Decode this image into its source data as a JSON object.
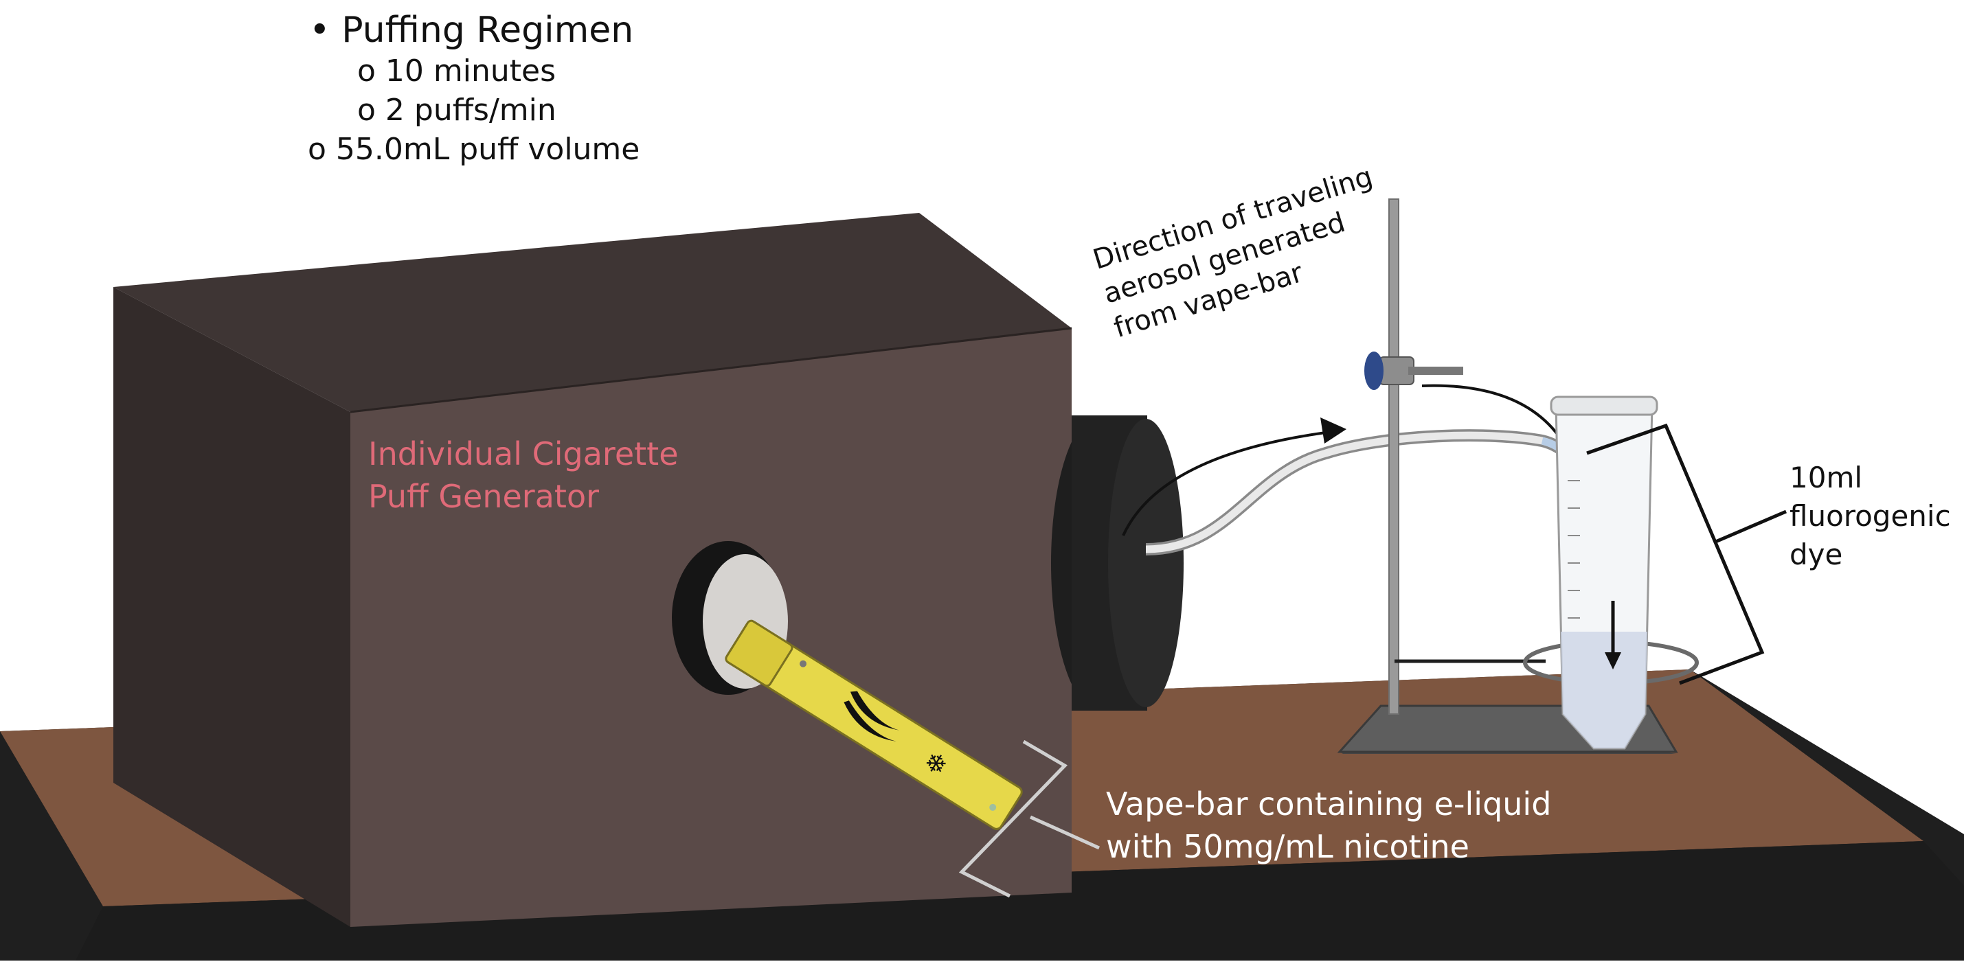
{
  "regimen": {
    "title": "Puffing Regimen",
    "bullet": "•",
    "items": [
      "o 10 minutes",
      "o 2 puffs/min",
      "o 55.0mL puff volume"
    ]
  },
  "labels": {
    "generator": "Individual Cigarette Puff Generator",
    "direction": "Direction of traveling aerosol generated from vape-bar",
    "dye": "10ml fluorogenic dye",
    "vape": "Vape-bar containing e-liquid with 50mg/mL nicotine"
  },
  "colors": {
    "box_front": "#5a4a48",
    "box_top": "#3e3534",
    "box_side": "#332b2a",
    "bench": "#7e5640",
    "base_dark": "#1f1f1f",
    "vape_yellow": "#e6d84a",
    "generator_text": "#e06a78",
    "dye_liquid": "#cfd7e8"
  }
}
